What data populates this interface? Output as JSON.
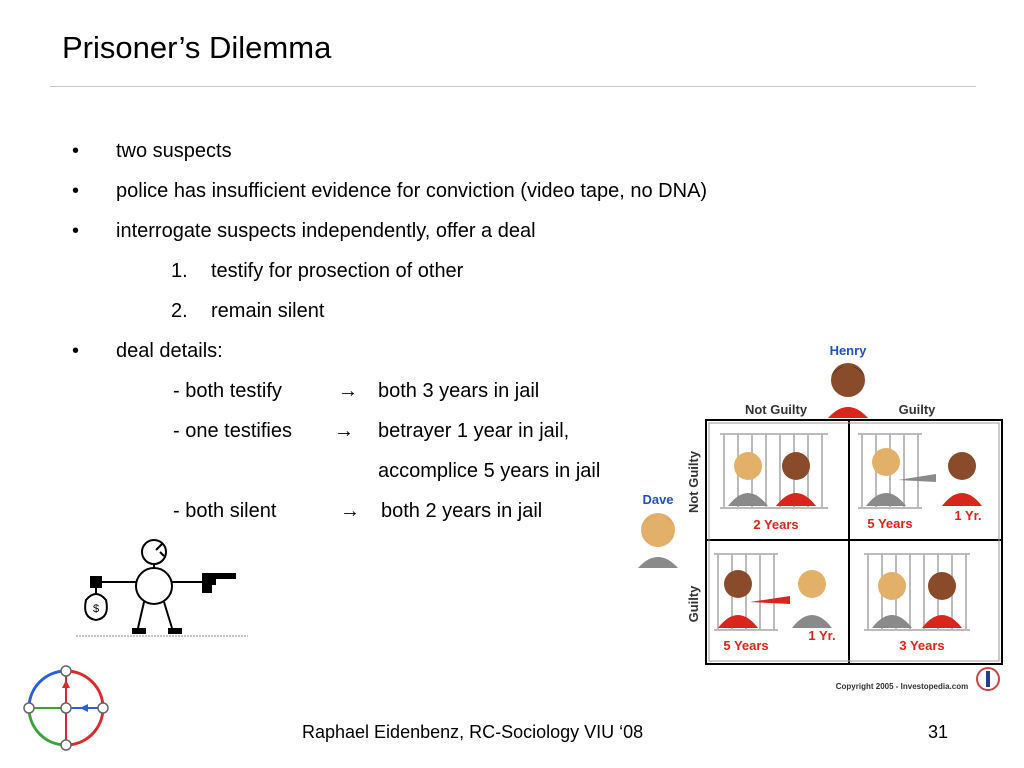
{
  "slide": {
    "title": "Prisoner’s Dilemma",
    "bullet_char": "•",
    "bullets": [
      "two suspects",
      "police has insufficient evidence for conviction (video tape, no DNA)",
      "interrogate suspects independently, offer a deal"
    ],
    "numbered": [
      {
        "num": "1.",
        "text": "testify for prosection of other"
      },
      {
        "num": "2.",
        "text": "remain silent"
      }
    ],
    "deal_bullet": "deal details:",
    "arrow": "→",
    "deal_lines": {
      "both_testify_left": "- both testify",
      "both_testify_right": "both 3 years in jail",
      "one_testifies_left": "- one testifies",
      "one_testifies_right_1": "betrayer 1 year in jail,",
      "one_testifies_right_2": "accomplice 5 years in jail",
      "both_silent_left": "- both silent",
      "both_silent_right": "both 2 years in jail"
    }
  },
  "matrix": {
    "henry": "Henry",
    "dave": "Dave",
    "col_not_guilty": "Not Guilty",
    "col_guilty": "Guilty",
    "row_not_guilty": "Not Guilty",
    "row_guilty": "Guilty",
    "cell_tl": "2 Years",
    "cell_tr_left": "5 Years",
    "cell_tr_right": "1 Yr.",
    "cell_bl_left": "5 Years",
    "cell_bl_right": "1 Yr.",
    "cell_br": "3 Years",
    "copyright": "Copyright 2005 - Investopedia.com",
    "label_color": "#e0231a",
    "header_color": "#333333",
    "name_color": "#1f4fc4"
  },
  "stickfigure": {
    "money_symbol": "$"
  },
  "footer": {
    "text": "Raphael Eidenbenz, RC-Sociology VIU ‘08",
    "page": "31"
  }
}
